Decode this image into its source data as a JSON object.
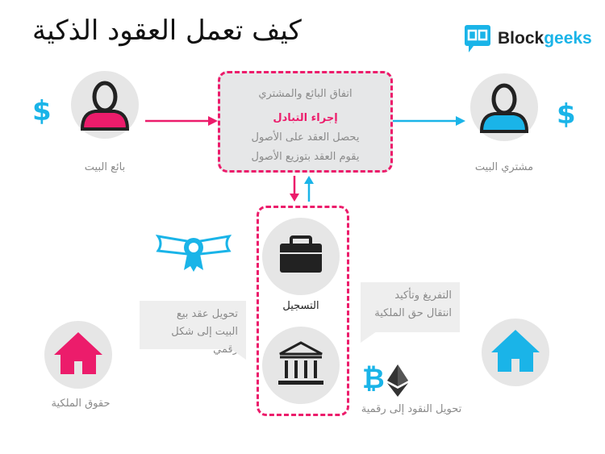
{
  "title": "كيف تعمل العقود الذكية",
  "logo": {
    "brand_part1": "Block",
    "brand_part2": "geeks"
  },
  "seller": {
    "label": "بائع البيت",
    "currency_symbol": "$"
  },
  "buyer": {
    "label": "مشتري البيت",
    "currency_symbol": "$"
  },
  "contract_box": {
    "line1": "اتفاق البائع والمشتري",
    "line2": "إجراء التبادل",
    "line3": "يحصل العقد على الأصول",
    "line4": "يقوم العقد بتوزيع الأصول"
  },
  "registration": {
    "label": "التسجيل"
  },
  "left_bubble": {
    "line1": "تحويل عقد بيع",
    "line2": "البيت إلى شكل رقمي"
  },
  "right_bubble": {
    "line1": "التفريغ وتأكيد",
    "line2": "انتقال حق الملكية"
  },
  "property_rights": {
    "label": "حقوق الملكية"
  },
  "digital_money": {
    "label": "تحويل النقود إلى رقمية"
  },
  "colors": {
    "pink": "#ec1c6b",
    "blue": "#1ab4e8",
    "gray": "#e6e6e6"
  }
}
